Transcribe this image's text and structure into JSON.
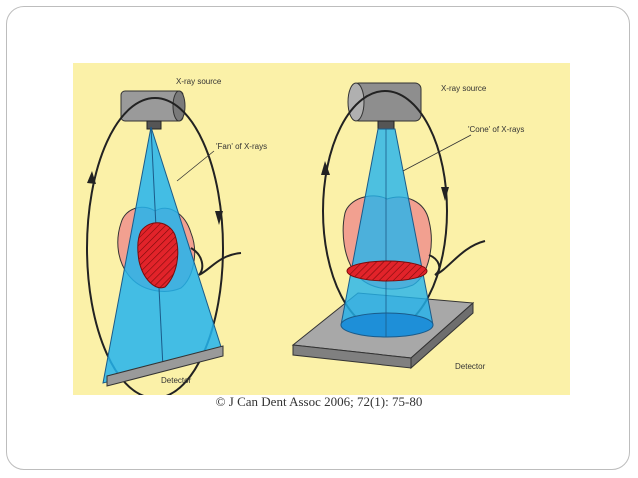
{
  "figure": {
    "left_panel": {
      "source_label": "X-ray source",
      "beam_label": "'Fan' of X-rays",
      "detector_label": "Detector"
    },
    "right_panel": {
      "source_label": "X-ray source",
      "beam_label": "'Cone' of X-rays",
      "detector_label": "Detector"
    }
  },
  "caption": "© J Can Dent Assoc 2006; 72(1): 75-80",
  "colors": {
    "background": "#fbf1a8",
    "beam": "#22b4ee",
    "tissue": "#f2a090",
    "slice": "#e2232a",
    "device": "#9a9a9a"
  }
}
